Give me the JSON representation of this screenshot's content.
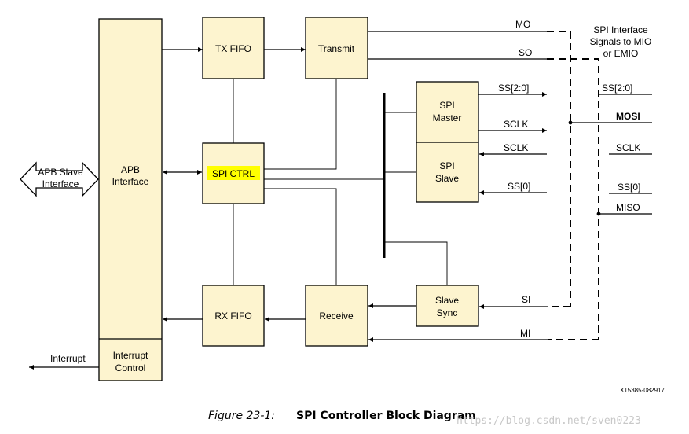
{
  "blocks": {
    "apb_interface": [
      "APB",
      "Interface"
    ],
    "interrupt_control": [
      "Interrupt",
      "Control"
    ],
    "tx_fifo": "TX FIFO",
    "transmit": "Transmit",
    "spi_ctrl": "SPI CTRL",
    "rx_fifo": "RX FIFO",
    "receive": "Receive",
    "spi_master": [
      "SPI",
      "Master"
    ],
    "spi_slave": [
      "SPI",
      "Slave"
    ],
    "slave_sync": [
      "Slave",
      "Sync"
    ]
  },
  "external": {
    "apb_slave_interface": [
      "APB Slave",
      "Interface"
    ],
    "interrupt": "Interrupt"
  },
  "signals": {
    "mo": "MO",
    "so": "SO",
    "master_ss": "SS[2:0]",
    "master_sclk": "SCLK",
    "slave_sclk": "SCLK",
    "slave_ss": "SS[0]",
    "si": "SI",
    "mi": "MI"
  },
  "pins": {
    "header": [
      "SPI Interface",
      "Signals to MIO",
      "or EMIO"
    ],
    "ss": "SS[2:0]",
    "mosi": "MOSI",
    "sclk": "SCLK",
    "ss0": "SS[0]",
    "miso": "MISO"
  },
  "figure_id": "X15385-082917",
  "caption": {
    "number": "Figure 23-1:",
    "title": "SPI Controller Block Diagram"
  },
  "watermark": "https://blog.csdn.net/sven0223",
  "colors": {
    "block_fill": "#fdf4cf",
    "highlight": "#ffff00",
    "line": "#000000"
  }
}
